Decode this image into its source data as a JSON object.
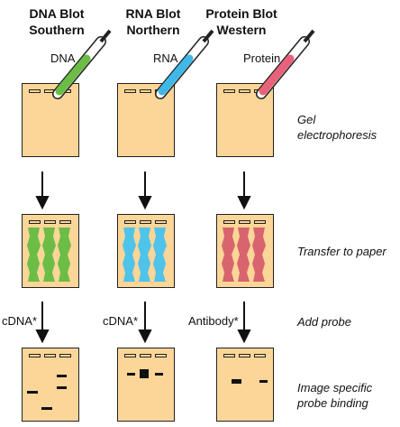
{
  "columns": [
    {
      "title_line1": "DNA Blot",
      "title_line2": "Southern",
      "sample": "DNA",
      "probe": "cDNA*",
      "color": "#6cbd45",
      "blot_color": "#6cbd45"
    },
    {
      "title_line1": "RNA Blot",
      "title_line2": "Northern",
      "sample": "RNA",
      "probe": "cDNA*",
      "color": "#3fb8e8",
      "blot_color": "#4fc3ea"
    },
    {
      "title_line1": "Protein Blot",
      "title_line2": "Western",
      "sample": "Protein",
      "probe": "Antibody*",
      "color": "#e8637a",
      "blot_color": "#d8646e"
    }
  ],
  "steps": {
    "step1_line1": "Gel",
    "step1_line2": "electrophoresis",
    "step2": "Transfer to paper",
    "step3": "Add probe",
    "step4_line1": "Image specific",
    "step4_line2": "probe binding"
  },
  "colors": {
    "gel": "#fbd698",
    "outline": "#222222"
  }
}
